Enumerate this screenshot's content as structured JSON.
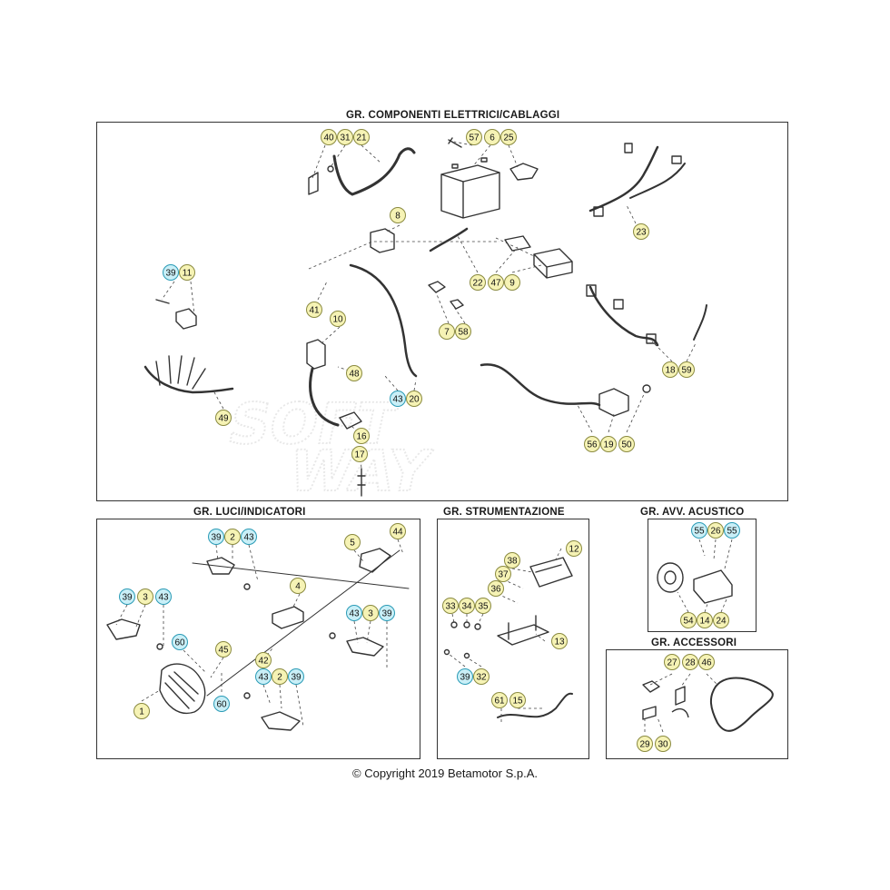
{
  "colors": {
    "badge_yellow": "#f6f3b5",
    "badge_cyan": "#c9eff7",
    "badge_stroke_yellow": "#8a8a40",
    "badge_stroke_cyan": "#2a9bb6",
    "line": "#333333"
  },
  "groups": {
    "componenti": "GR. COMPONENTI ELETTRICI/CABLAGGI",
    "luci": "GR. LUCI/INDICATORI",
    "strumentazione": "GR. STRUMENTAZIONE",
    "acustico": "GR. AVV. ACUSTICO",
    "accessori": "GR. ACCESSORI"
  },
  "watermark": [
    "SOFT",
    "WAY"
  ],
  "copyright": "© Copyright 2019 Betamotor S.p.A.",
  "badges": [
    {
      "n": "40",
      "c": "y"
    },
    {
      "n": "31",
      "c": "y"
    },
    {
      "n": "21",
      "c": "y"
    },
    {
      "n": "57",
      "c": "y"
    },
    {
      "n": "6",
      "c": "y"
    },
    {
      "n": "25",
      "c": "y"
    },
    {
      "n": "8",
      "c": "y"
    },
    {
      "n": "23",
      "c": "y"
    },
    {
      "n": "39",
      "c": "c"
    },
    {
      "n": "11",
      "c": "y"
    },
    {
      "n": "22",
      "c": "y"
    },
    {
      "n": "47",
      "c": "y"
    },
    {
      "n": "9",
      "c": "y"
    },
    {
      "n": "41",
      "c": "y"
    },
    {
      "n": "10",
      "c": "y"
    },
    {
      "n": "7",
      "c": "y"
    },
    {
      "n": "58",
      "c": "y"
    },
    {
      "n": "18",
      "c": "y"
    },
    {
      "n": "59",
      "c": "y"
    },
    {
      "n": "48",
      "c": "y"
    },
    {
      "n": "43",
      "c": "c"
    },
    {
      "n": "20",
      "c": "y"
    },
    {
      "n": "49",
      "c": "y"
    },
    {
      "n": "16",
      "c": "y"
    },
    {
      "n": "17",
      "c": "y"
    },
    {
      "n": "56",
      "c": "y"
    },
    {
      "n": "19",
      "c": "y"
    },
    {
      "n": "50",
      "c": "y"
    },
    {
      "n": "39",
      "c": "c"
    },
    {
      "n": "2",
      "c": "y"
    },
    {
      "n": "43",
      "c": "c"
    },
    {
      "n": "5",
      "c": "y"
    },
    {
      "n": "44",
      "c": "y"
    },
    {
      "n": "39",
      "c": "c"
    },
    {
      "n": "3",
      "c": "y"
    },
    {
      "n": "43",
      "c": "c"
    },
    {
      "n": "4",
      "c": "y"
    },
    {
      "n": "43",
      "c": "c"
    },
    {
      "n": "3",
      "c": "y"
    },
    {
      "n": "39",
      "c": "c"
    },
    {
      "n": "60",
      "c": "c"
    },
    {
      "n": "45",
      "c": "y"
    },
    {
      "n": "42",
      "c": "y"
    },
    {
      "n": "43",
      "c": "c"
    },
    {
      "n": "2",
      "c": "y"
    },
    {
      "n": "39",
      "c": "c"
    },
    {
      "n": "1",
      "c": "y"
    },
    {
      "n": "60",
      "c": "c"
    },
    {
      "n": "38",
      "c": "y"
    },
    {
      "n": "12",
      "c": "y"
    },
    {
      "n": "37",
      "c": "y"
    },
    {
      "n": "36",
      "c": "y"
    },
    {
      "n": "33",
      "c": "y"
    },
    {
      "n": "34",
      "c": "y"
    },
    {
      "n": "35",
      "c": "y"
    },
    {
      "n": "13",
      "c": "y"
    },
    {
      "n": "39",
      "c": "c"
    },
    {
      "n": "32",
      "c": "y"
    },
    {
      "n": "61",
      "c": "y"
    },
    {
      "n": "15",
      "c": "y"
    },
    {
      "n": "55",
      "c": "c"
    },
    {
      "n": "26",
      "c": "y"
    },
    {
      "n": "55",
      "c": "c"
    },
    {
      "n": "54",
      "c": "y"
    },
    {
      "n": "14",
      "c": "y"
    },
    {
      "n": "24",
      "c": "y"
    },
    {
      "n": "27",
      "c": "y"
    },
    {
      "n": "28",
      "c": "y"
    },
    {
      "n": "46",
      "c": "y"
    },
    {
      "n": "29",
      "c": "y"
    },
    {
      "n": "30",
      "c": "y"
    }
  ]
}
